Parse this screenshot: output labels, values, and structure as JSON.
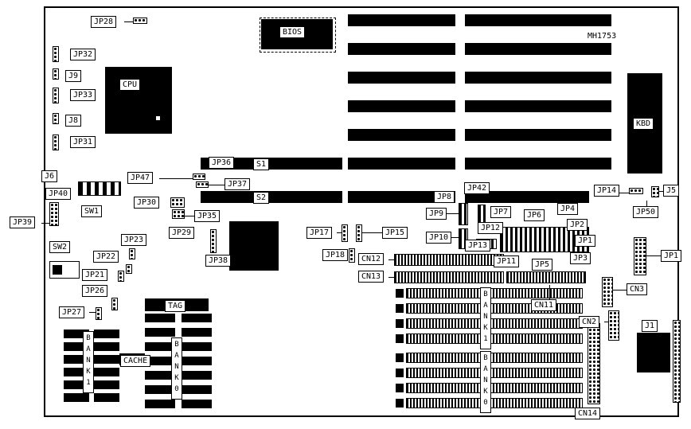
{
  "board": {
    "part_number": "MH1753"
  },
  "chips": {
    "cpu": "CPU",
    "bios": "BIOS",
    "kbd": "KBD",
    "tag": "TAG",
    "cache": "CACHE"
  },
  "slots": {
    "s1": "S1",
    "s2": "S2"
  },
  "memory": {
    "cache_bank1": "BANK1",
    "cache_bank0": "BANK0",
    "simm_bank1": "BANK1",
    "simm_bank0": "BANK0"
  },
  "switches": {
    "sw1": "SW1",
    "sw2": "SW2"
  },
  "jumpers": {
    "jp28": "JP28",
    "jp32": "JP32",
    "jp33": "JP33",
    "jp31": "JP31",
    "jp40": "JP40",
    "jp39": "JP39",
    "jp23": "JP23",
    "jp22": "JP22",
    "jp21": "JP21",
    "jp26": "JP26",
    "jp27": "JP27",
    "jp47": "JP47",
    "jp36": "JP36",
    "jp37": "JP37",
    "jp30": "JP30",
    "jp35": "JP35",
    "jp29": "JP29",
    "jp38": "JP38",
    "jp17": "JP17",
    "jp15": "JP15",
    "jp18": "JP18",
    "jp8": "JP8",
    "jp42": "JP42",
    "jp9": "JP9",
    "jp10": "JP10",
    "jp7": "JP7",
    "jp6": "JP6",
    "jp4": "JP4",
    "jp2": "JP2",
    "jp12": "JP12",
    "jp13": "JP13",
    "jp11": "JP11",
    "jp5": "JP5",
    "jp3": "JP3",
    "jp1": "JP1",
    "jp14": "JP14",
    "jp50": "JP50",
    "jp1_right": "JP1"
  },
  "connectors": {
    "j9": "J9",
    "j8": "J8",
    "j6": "J6",
    "j5": "J5",
    "j1": "J1",
    "cn12": "CN12",
    "cn13": "CN13",
    "cn11": "CN11",
    "cn3": "CN3",
    "cn2": "CN2",
    "cn14": "CN14"
  }
}
